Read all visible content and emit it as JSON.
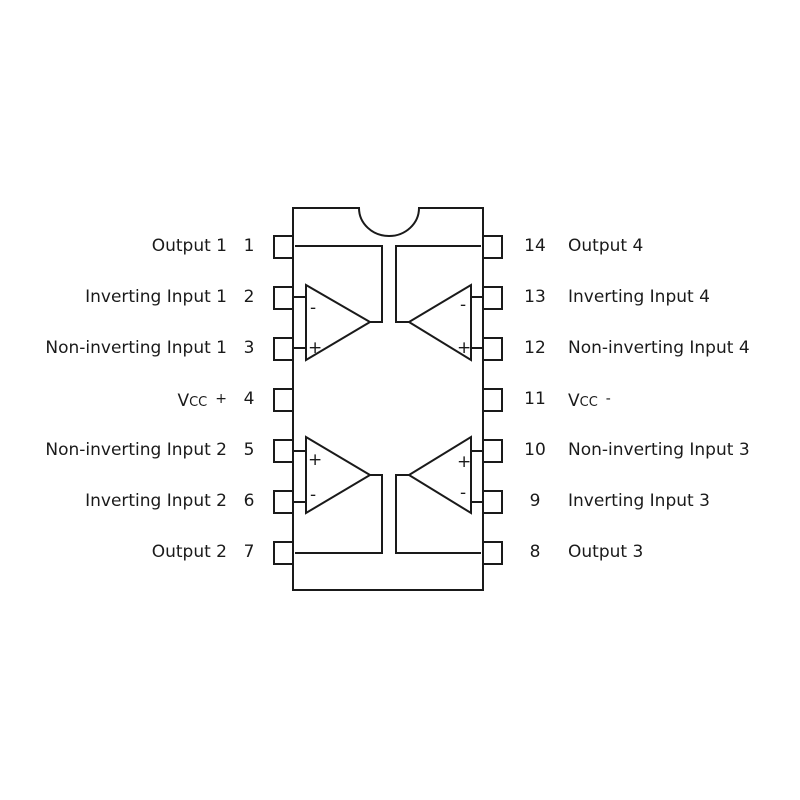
{
  "title": "Quad Op-Amp 14-pin DIP pinout",
  "left_pins": [
    {
      "num": "1",
      "label": "Output 1"
    },
    {
      "num": "2",
      "label": "Inverting Input 1"
    },
    {
      "num": "3",
      "label": "Non-inverting Input 1"
    },
    {
      "num": "4",
      "label": "V",
      "sub": "CC",
      "sign": "+"
    },
    {
      "num": "5",
      "label": "Non-inverting Input 2"
    },
    {
      "num": "6",
      "label": "Inverting Input 2"
    },
    {
      "num": "7",
      "label": "Output 2"
    }
  ],
  "right_pins": [
    {
      "num": "14",
      "label": "Output 4"
    },
    {
      "num": "13",
      "label": "Inverting Input 4"
    },
    {
      "num": "12",
      "label": "Non-inverting Input 4"
    },
    {
      "num": "11",
      "label": "V",
      "sub": "CC",
      "sign": "-"
    },
    {
      "num": "10",
      "label": "Non-inverting Input 3"
    },
    {
      "num": "9",
      "label": "Inverting Input 3"
    },
    {
      "num": "8",
      "label": "Output 3"
    }
  ],
  "opamp_symbols": {
    "minus": "-",
    "plus": "+"
  }
}
